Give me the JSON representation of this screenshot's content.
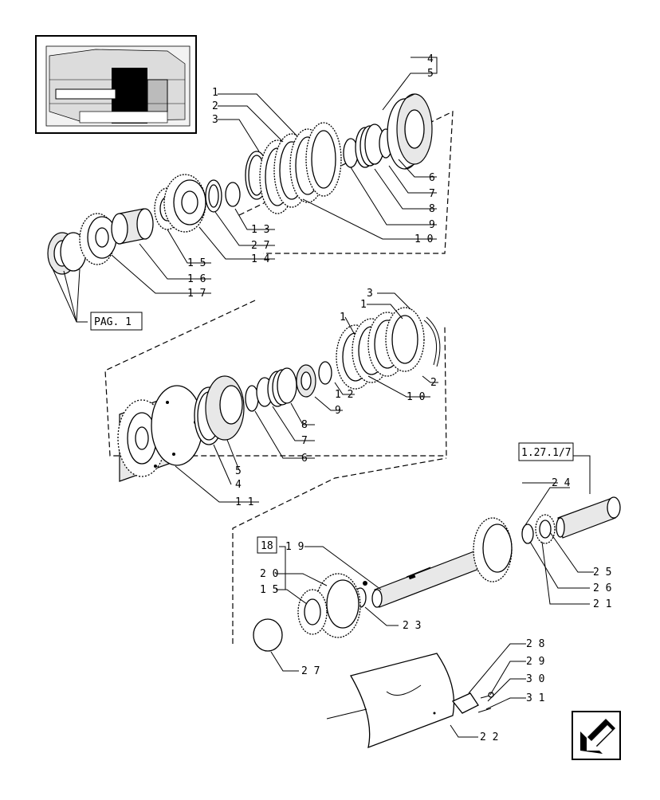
{
  "callouts": {
    "c1a": "1",
    "c2a": "2",
    "c3a": "3",
    "c4a": "4",
    "c5a": "5",
    "c6a": "6",
    "c7a": "7",
    "c8a": "8",
    "c9a": "9",
    "c10a": "1 0",
    "c13": "1 3",
    "c27a": "2 7",
    "c14": "1 4",
    "c15a": "1 5",
    "c16": "1 6",
    "c17": "1 7",
    "c3b": "3",
    "c1b": "1",
    "c1c": "1",
    "c2b": "2",
    "c12": "1 2",
    "c10b": "1 0",
    "c9b": "9",
    "c8b": "8",
    "c7b": "7",
    "c6b": "6",
    "c5b": "5",
    "c4b": "4",
    "c11": "1 1",
    "c24": "2 4",
    "c25": "2 5",
    "c26": "2 6",
    "c21": "2 1",
    "c19": "1 9",
    "c20": "2 0",
    "c15b": "1 5",
    "c23": "2 3",
    "c27b": "2 7",
    "c28": "2 8",
    "c29": "2 9",
    "c30": "3 0",
    "c31": "3 1",
    "c22": "2 2"
  },
  "refs": {
    "pag": "PAG. 1",
    "r18": "18",
    "r1271": "1.27.1/7"
  },
  "icons": {
    "thumbnail": "transmission-locator-thumbnail",
    "nav": "previous-page-arrow-icon"
  }
}
